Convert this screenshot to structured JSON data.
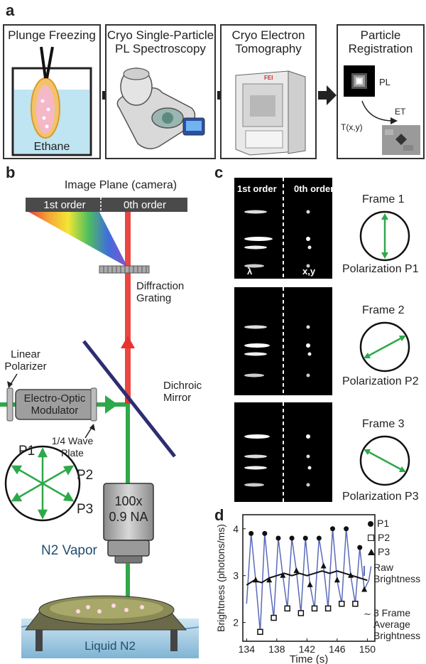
{
  "panels": {
    "a": "a",
    "b": "b",
    "c": "c",
    "d": "d"
  },
  "workflow": {
    "steps": [
      {
        "title": "Plunge Freezing",
        "inner_label": "Ethane"
      },
      {
        "title": "Cryo Single-Particle\nPL Spectroscopy"
      },
      {
        "title": "Cryo Electron\nTomography"
      },
      {
        "title": "Particle\nRegistration",
        "pl_label": "PL",
        "et_label": "ET",
        "transform_label": "T(x,y)"
      }
    ]
  },
  "optics": {
    "image_plane": "Image Plane (camera)",
    "first_order": "1st order",
    "zeroth_order": "0th order",
    "diffraction_grating": "Diffraction\nGrating",
    "linear_polarizer": "Linear\nPolarizer",
    "eom": "Electro-Optic\nModulator",
    "dichroic": "Dichroic\nMirror",
    "quarter_wave": "1/4 Wave\nPlate",
    "objective": "100x\n0.9 NA",
    "n2_vapor": "N2 Vapor",
    "liquid_n2": "Liquid N2",
    "polarization_labels": [
      "P1",
      "P2",
      "P3"
    ]
  },
  "frames": {
    "header_first": "1st order",
    "header_zeroth": "0th order",
    "lambda": "λ",
    "xy": "x,y",
    "items": [
      {
        "title": "Frame 1",
        "polarization": "Polarization P1"
      },
      {
        "title": "Frame 2",
        "polarization": "Polarization P2"
      },
      {
        "title": "Frame 3",
        "polarization": "Polarization P3"
      }
    ]
  },
  "chart_data": {
    "type": "line",
    "xlabel": "Time (s)",
    "ylabel": "Brightness (photons/ms)",
    "xlim": [
      133.5,
      151
    ],
    "ylim": [
      1.6,
      4.3
    ],
    "xticks": [
      134,
      138,
      142,
      146,
      150
    ],
    "yticks": [
      2,
      3,
      4
    ],
    "colors": {
      "raw": "#5a6ab8",
      "avg": "#111111"
    },
    "raw": {
      "name": "Raw Brightness",
      "x": [
        134.0,
        134.6,
        135.2,
        135.8,
        136.4,
        137.0,
        137.6,
        138.2,
        138.8,
        139.4,
        140.0,
        140.6,
        141.2,
        141.8,
        142.4,
        143.0,
        143.6,
        144.2,
        144.8,
        145.4,
        146.0,
        146.6,
        147.2,
        147.8,
        148.4,
        149.0,
        149.6,
        150.2,
        150.5
      ],
      "y": [
        2.4,
        3.9,
        2.9,
        1.8,
        3.9,
        2.9,
        2.1,
        3.8,
        3.0,
        2.3,
        3.8,
        3.1,
        2.2,
        3.8,
        2.8,
        2.3,
        3.8,
        3.2,
        2.3,
        4.0,
        2.9,
        2.4,
        4.0,
        3.0,
        2.4,
        3.6,
        2.7,
        2.9,
        3.2
      ]
    },
    "p1": {
      "name": "P1",
      "x": [
        134.6,
        136.4,
        138.2,
        140.0,
        141.8,
        143.6,
        145.4,
        147.2,
        149.0
      ],
      "y": [
        3.9,
        3.9,
        3.8,
        3.8,
        3.8,
        3.8,
        4.0,
        4.0,
        3.6
      ]
    },
    "p2": {
      "name": "P2",
      "x": [
        135.8,
        137.6,
        139.4,
        141.2,
        143.0,
        144.8,
        146.6,
        148.4
      ],
      "y": [
        1.8,
        2.1,
        2.3,
        2.2,
        2.3,
        2.3,
        2.4,
        2.4
      ]
    },
    "p3": {
      "name": "P3",
      "x": [
        135.2,
        137.0,
        138.8,
        140.6,
        142.4,
        144.2,
        146.0,
        147.8,
        149.6
      ],
      "y": [
        2.9,
        2.9,
        3.0,
        3.1,
        2.8,
        3.2,
        2.9,
        3.0,
        2.7
      ]
    },
    "avg": {
      "name": "3 Frame Average Brightness",
      "x": [
        134.0,
        135.0,
        136.0,
        137.0,
        138.0,
        139.0,
        140.0,
        141.0,
        142.0,
        143.0,
        144.0,
        145.0,
        146.0,
        147.0,
        148.0,
        149.0,
        150.0
      ],
      "y": [
        2.8,
        2.9,
        2.85,
        2.95,
        3.0,
        3.05,
        3.0,
        3.05,
        3.0,
        3.05,
        3.1,
        3.05,
        3.1,
        3.05,
        3.0,
        2.95,
        2.9
      ]
    }
  }
}
